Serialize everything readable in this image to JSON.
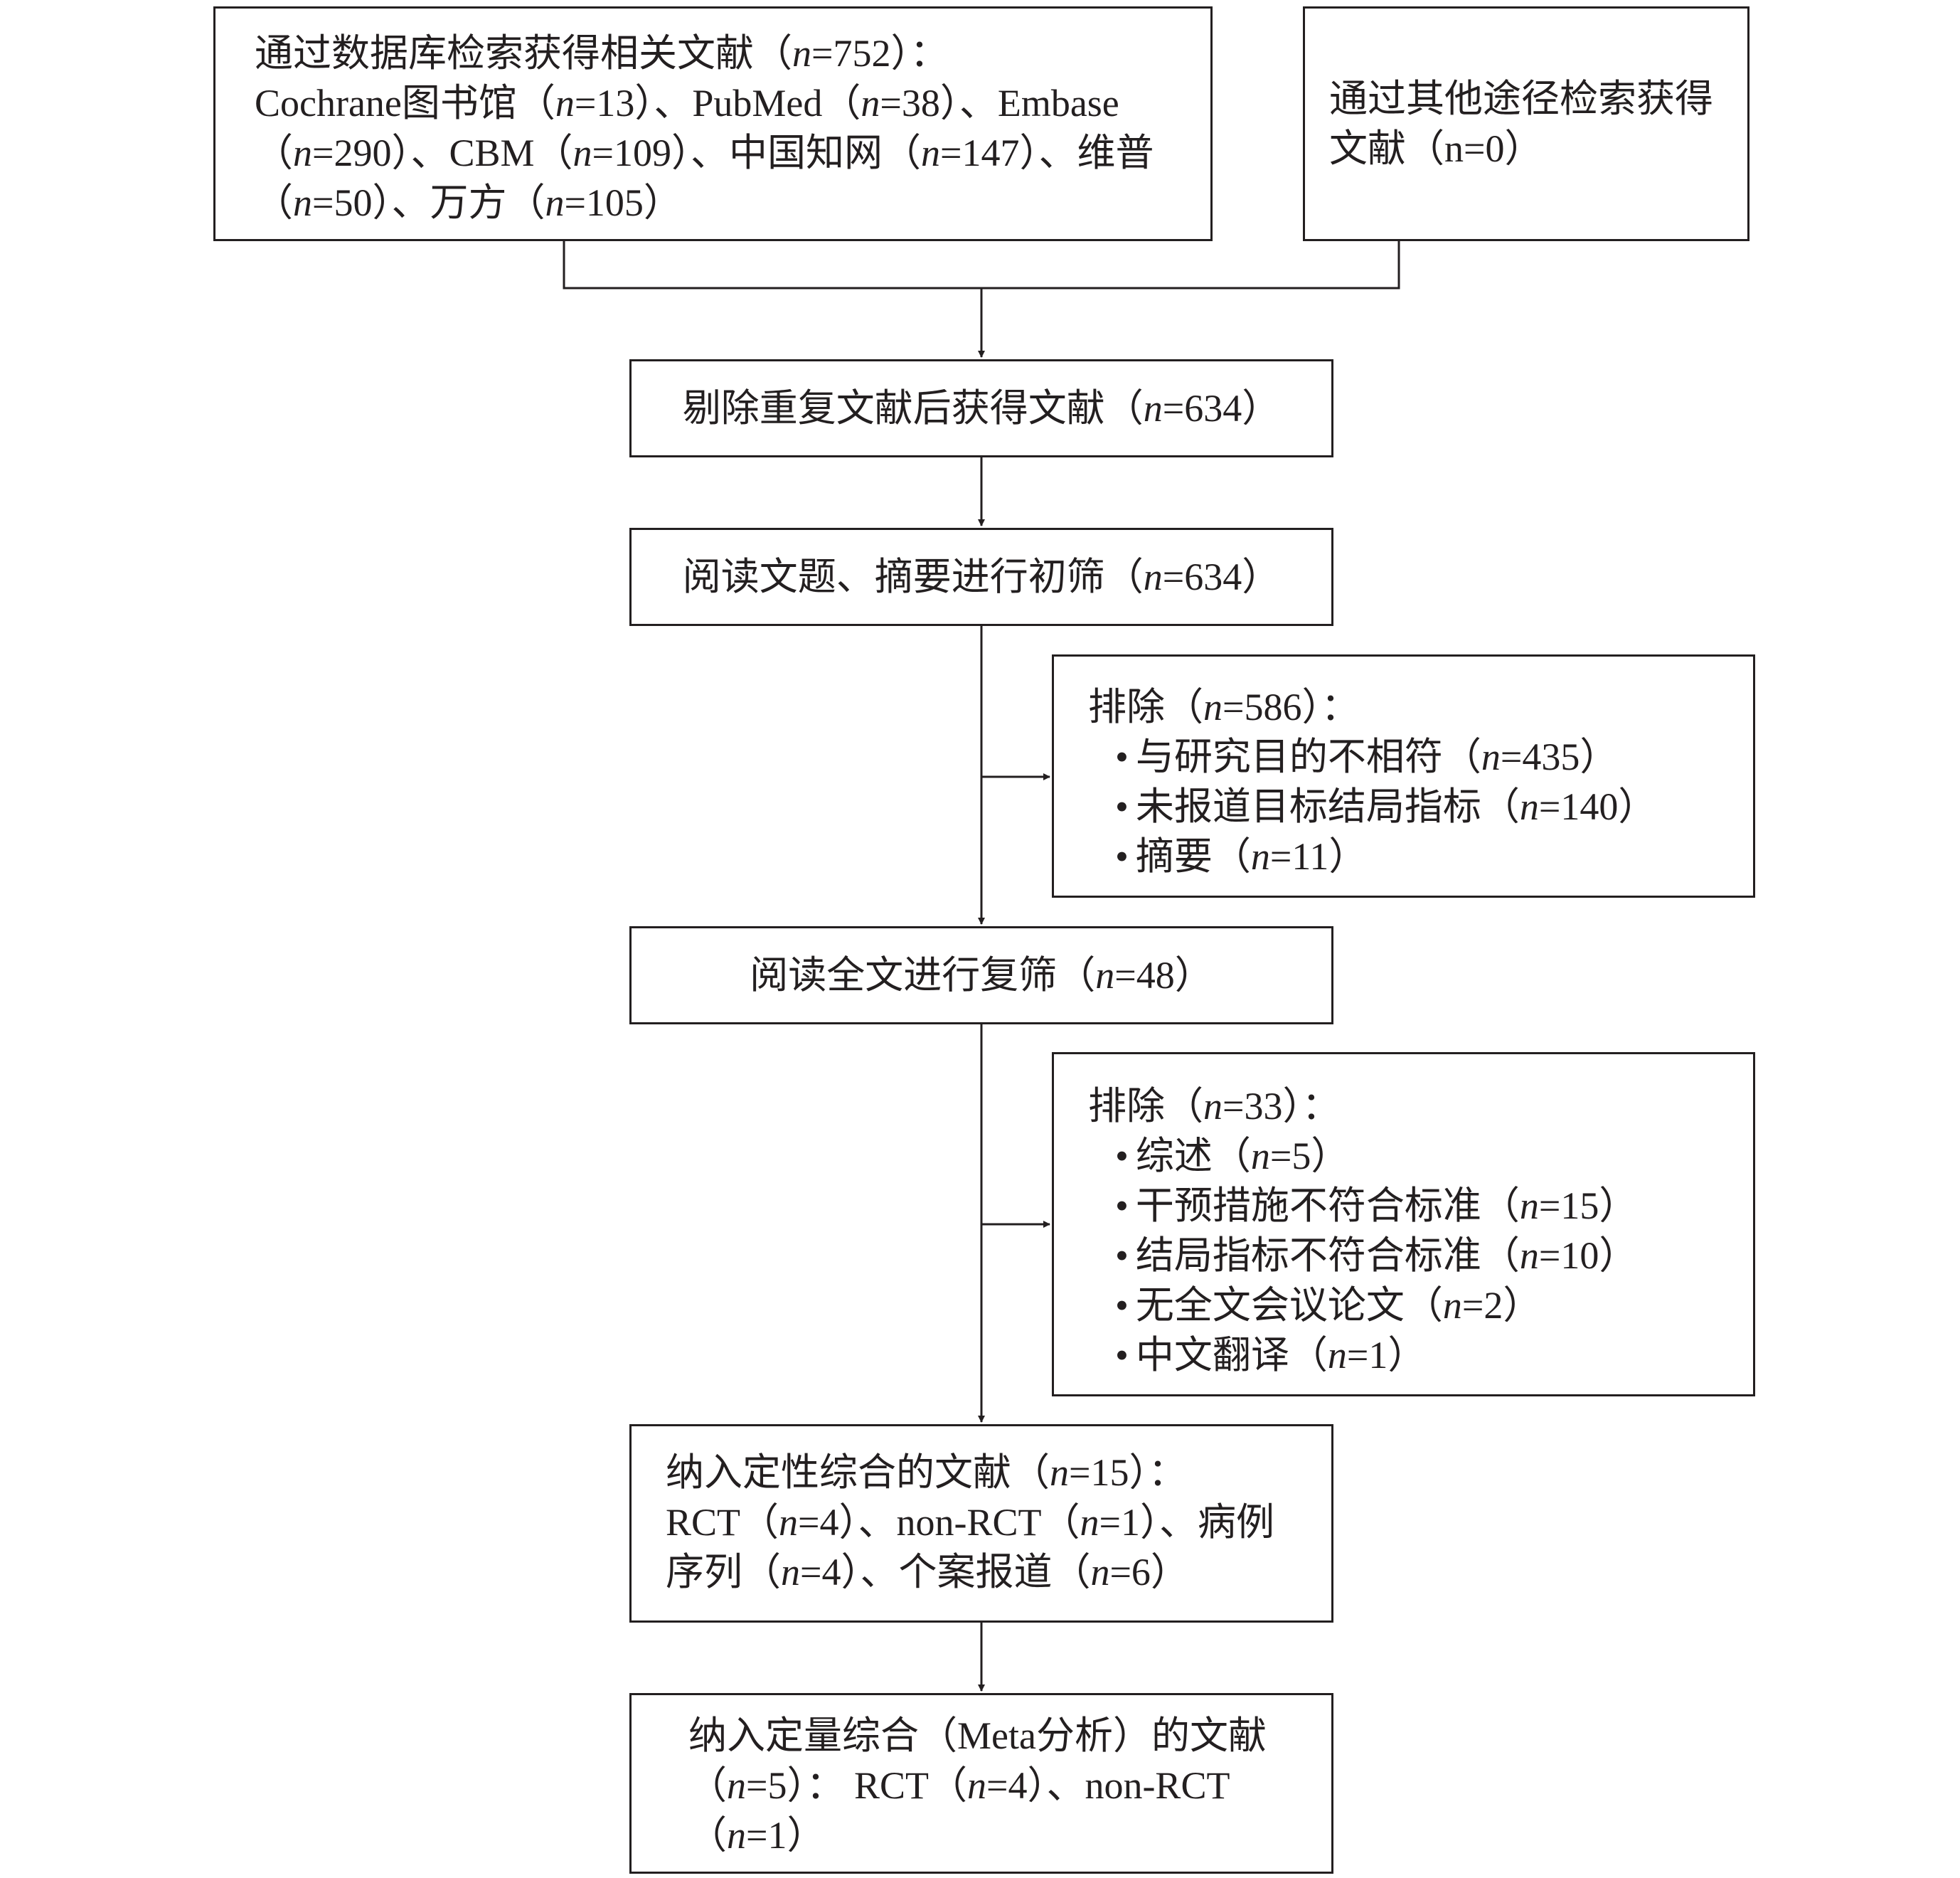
{
  "boxes": {
    "database_search": {
      "lines": [
        "通过数据库检索获得相关文献（n=752）：",
        "Cochrane图书馆（n=13）、PubMed（n=38）、Embase",
        "（n=290）、CBM（n=109）、中国知网（n=147）、维普",
        "（n=50）、万方（n=105）"
      ]
    },
    "other_sources": {
      "lines": [
        "通过其他途径检索获得",
        "文献（n=0）"
      ]
    },
    "after_dedup": "剔除重复文献后获得文献（n=634）",
    "title_abstract_screen": "阅读文题、摘要进行初筛（n=634）",
    "exclusion_1": {
      "header": "排除（n=586）：",
      "items": [
        "与研究目的不相符（n=435）",
        "未报道目标结局指标（n=140）",
        "摘要（n=11）"
      ]
    },
    "full_text_screen": "阅读全文进行复筛（n=48）",
    "exclusion_2": {
      "header": "排除（n=33）：",
      "items": [
        "综述（n=5）",
        "干预措施不符合标准（n=15）",
        "结局指标不符合标准（n=10）",
        "无全文会议论文（n=2）",
        "中文翻译（n=1）"
      ]
    },
    "qualitative": {
      "lines": [
        "纳入定性综合的文献（n=15）：",
        "RCT（n=4）、non-RCT（n=1）、病例",
        "序列（n=4）、个案报道（n=6）"
      ]
    },
    "quantitative": {
      "lines": [
        "纳入定量综合（Meta分析）的文献",
        "（n=5）： RCT（n=4）、non-RCT",
        "（n=1）"
      ]
    }
  }
}
